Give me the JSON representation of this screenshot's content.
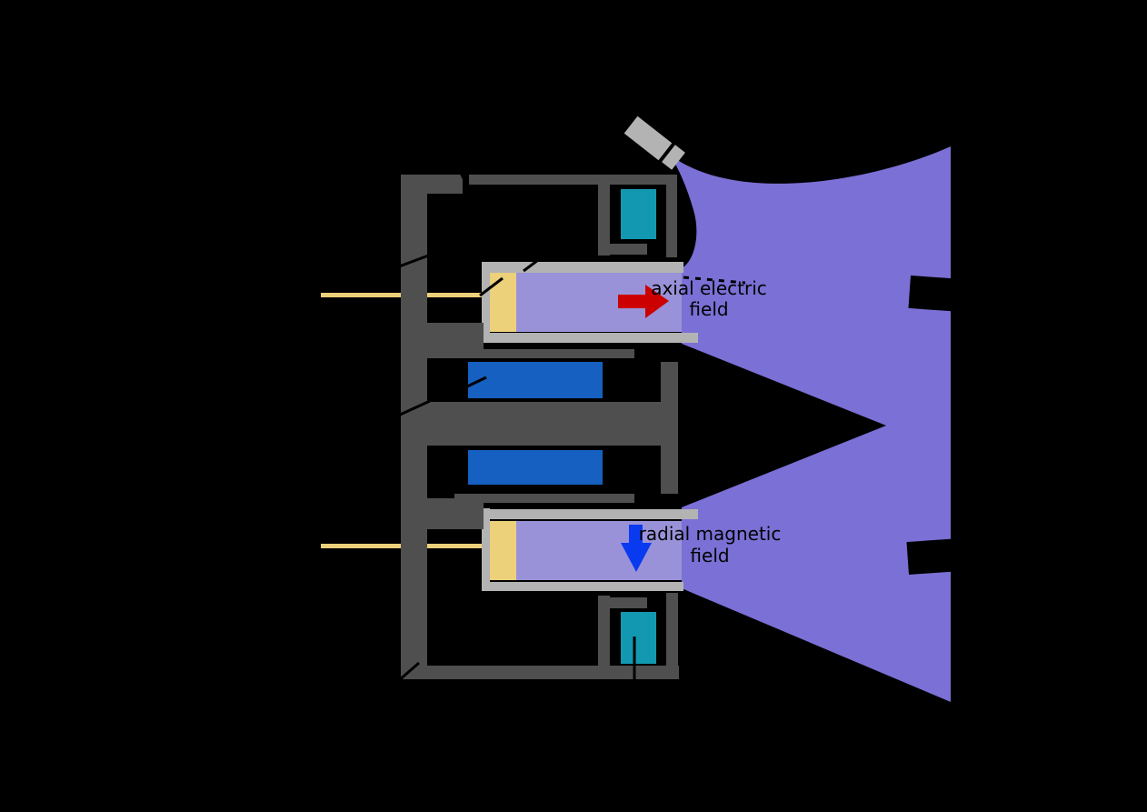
{
  "diagram": {
    "subject": "hall-effect-thruster-schematic-cross-section",
    "labels": {
      "axial": {
        "line1": "axial electric",
        "line2": "field"
      },
      "radial": {
        "line1": "radial magnetic",
        "line2": "field"
      }
    },
    "colors": {
      "background": "#000000",
      "plasma_plume": "#7b70d5",
      "discharge_channel": "#9a92d8",
      "anode_propellant": "#ecd07a",
      "magnetic_circuit_gray": "#4f4f4f",
      "channel_housing_gray": "#b3b3b3",
      "cathode_gray": "#b3b3b3",
      "inner_coil_blue": "#1560c0",
      "outer_coil_teal": "#1299b1",
      "electric_field_arrow": "#cc0000",
      "magnetic_field_arrow": "#0a3af0",
      "annotation_black": "#000000"
    }
  }
}
